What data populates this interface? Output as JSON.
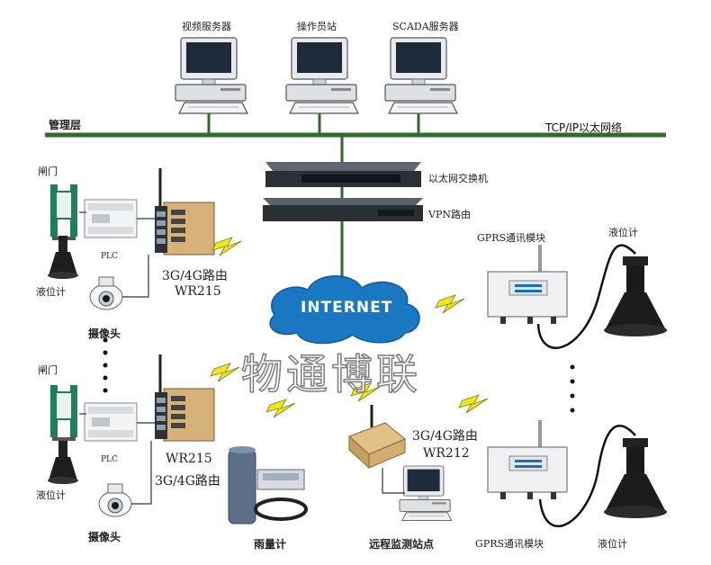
{
  "top": {
    "video_server": "视频服务器",
    "operator_station": "操作员站",
    "scada_server": "SCADA服务器",
    "mgmt_layer": "管理层",
    "tcpip": "TCP/IP以太网络"
  },
  "center": {
    "switch": "以太网交换机",
    "vpn_router": "VPN路由",
    "internet": "INTERNET"
  },
  "left_top": {
    "gate": "闸门",
    "plc": "PLC",
    "level_meter": "液位计",
    "router_model": "3G/4G路由",
    "router_id": "WR215",
    "camera": "摄像头"
  },
  "left_bottom": {
    "gate": "闸门",
    "plc": "PLC",
    "level_meter": "液位计",
    "router_id": "WR215",
    "router_model": "3G/4G路由",
    "camera": "摄像头"
  },
  "bottom_center": {
    "rain_gauge": "雨量计",
    "router_model": "3G/4G路由",
    "router_id": "WR212",
    "remote_station": "远程监测站点"
  },
  "right": {
    "gprs_top": "GPRS通讯模块",
    "level_top": "液位计",
    "gprs_bottom": "GPRS通讯模块",
    "level_bottom": "液位计"
  },
  "watermark": "物通博联",
  "colors": {
    "network_line": "#2f6b2a",
    "cloud": "#1a78c2",
    "bolt": "#e8e21a",
    "router_body": "#d9b27a"
  }
}
